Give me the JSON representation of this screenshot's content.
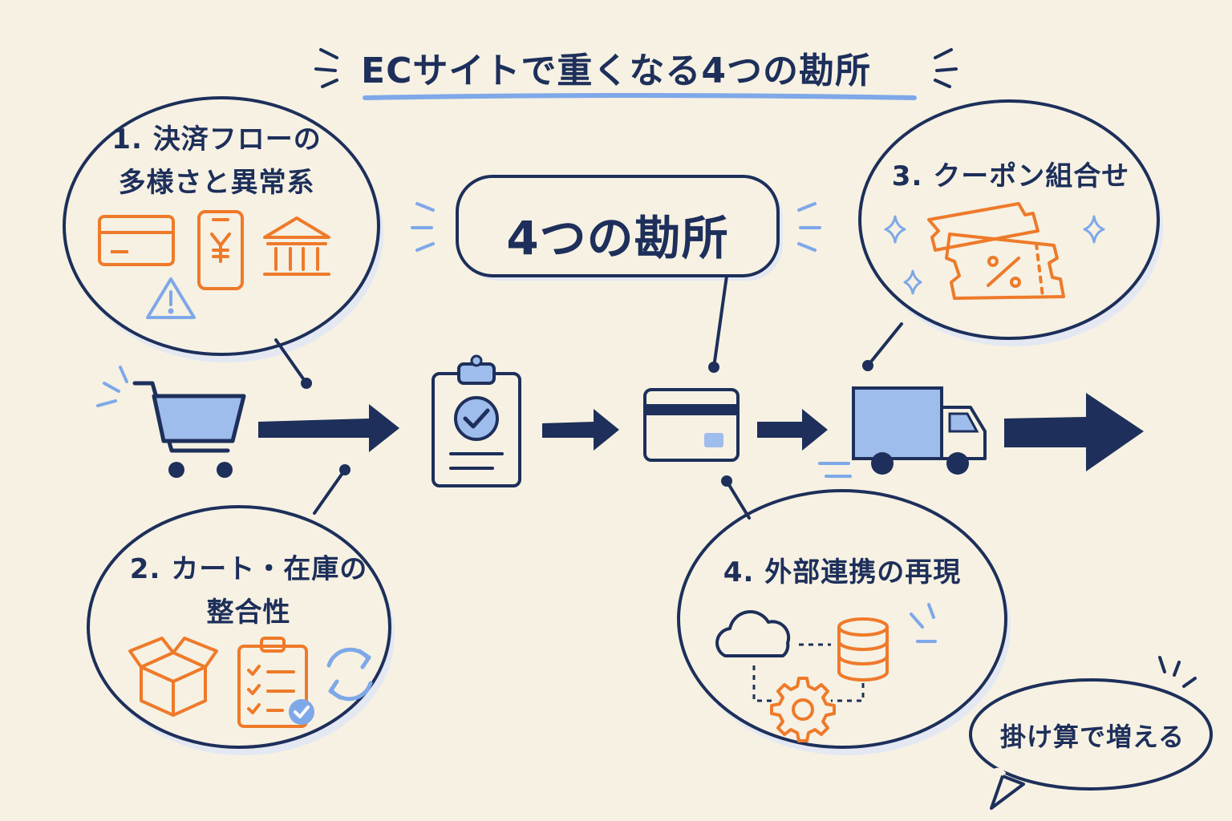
{
  "diagram": {
    "title": "ECサイトで重くなる4つの勘所",
    "center_label": "4つの勘所",
    "bubbles": [
      {
        "line1": "1. 決済フローの",
        "line2": "多様さと異常系",
        "icons": [
          "credit-card-icon",
          "smartphone-yen-icon",
          "bank-icon",
          "warning-icon"
        ]
      },
      {
        "line1": "2. カート・在庫の",
        "line2": "整合性",
        "icons": [
          "box-icon",
          "checklist-icon",
          "sync-icon"
        ]
      },
      {
        "line1": "3. クーポン組合せ",
        "icons": [
          "coupon-icon",
          "sparkle-icon"
        ]
      },
      {
        "line1": "4. 外部連携の再現",
        "icons": [
          "cloud-icon",
          "database-icon",
          "gear-icon"
        ]
      }
    ],
    "flow": [
      "cart-icon",
      "clipboard-check-icon",
      "credit-card-icon",
      "truck-icon"
    ],
    "note": "掛け算で増える"
  },
  "colors": {
    "background": "#f6f1e3",
    "navy": "#1d2f5a",
    "orange": "#ee7a2a",
    "blue": "#7ea8e8",
    "shadow": "#e3e8f2"
  }
}
